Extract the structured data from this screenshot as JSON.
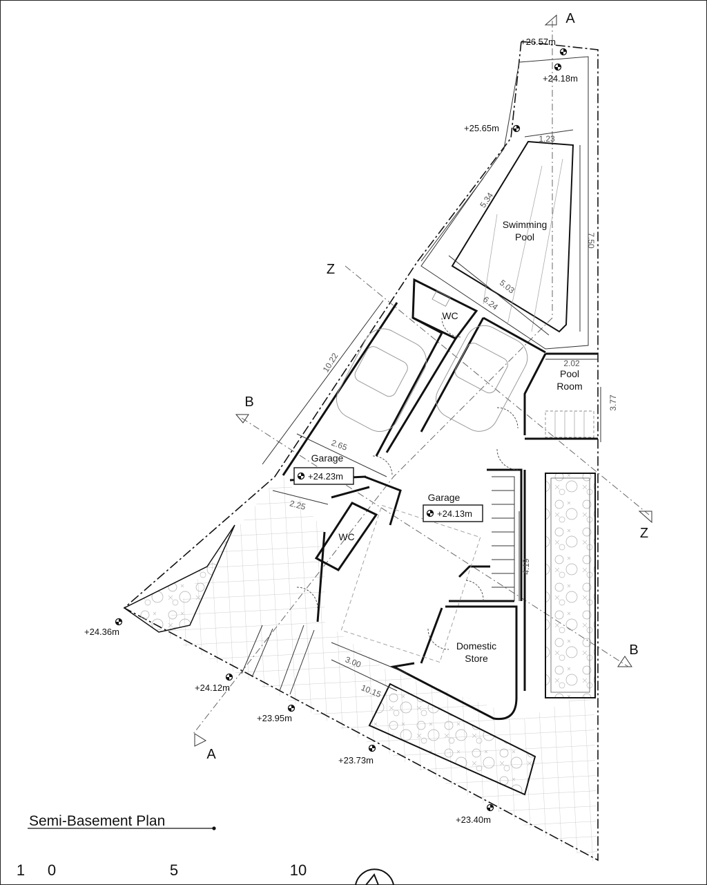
{
  "title": "Semi-Basement Plan",
  "rooms": {
    "swimming_pool_1": "Swimming",
    "swimming_pool_2": "Pool",
    "pool_room_1": "Pool",
    "pool_room_2": "Room",
    "wc_upper": "WC",
    "wc_lower": "WC",
    "garage_left": "Garage",
    "garage_right": "Garage",
    "domestic_store_1": "Domestic",
    "domestic_store_2": "Store"
  },
  "levels": {
    "l2657": "+26.57m",
    "l2418": "+24.18m",
    "l2565": "+25.65m",
    "l2423": "+24.23m",
    "l2413": "+24.13m",
    "l2436": "+24.36m",
    "l2412": "+24.12m",
    "l2395": "+23.95m",
    "l2373": "+23.73m",
    "l2340": "+23.40m"
  },
  "dimensions": {
    "d123": "1.23",
    "d534": "5.34",
    "d750": "7.50",
    "d503": "5.03",
    "d624": "6.24",
    "d1022": "10.22",
    "d202": "2.02",
    "d377": "3.77",
    "d265": "2.65",
    "d225": "2.25",
    "d419": "4.19",
    "d300": "3.00",
    "d1015": "10.15"
  },
  "sections": {
    "a_top": "A",
    "a_bottom": "A",
    "b_left": "B",
    "b_right": "B",
    "z_left": "Z",
    "z_right": "Z"
  },
  "scale": {
    "t1": "1",
    "t0": "0",
    "t5": "5",
    "t10": "10"
  },
  "icons": {
    "level_marker": "level-marker-icon",
    "section_arrow": "section-arrow-icon",
    "north_arrow": "north-arrow-icon"
  }
}
